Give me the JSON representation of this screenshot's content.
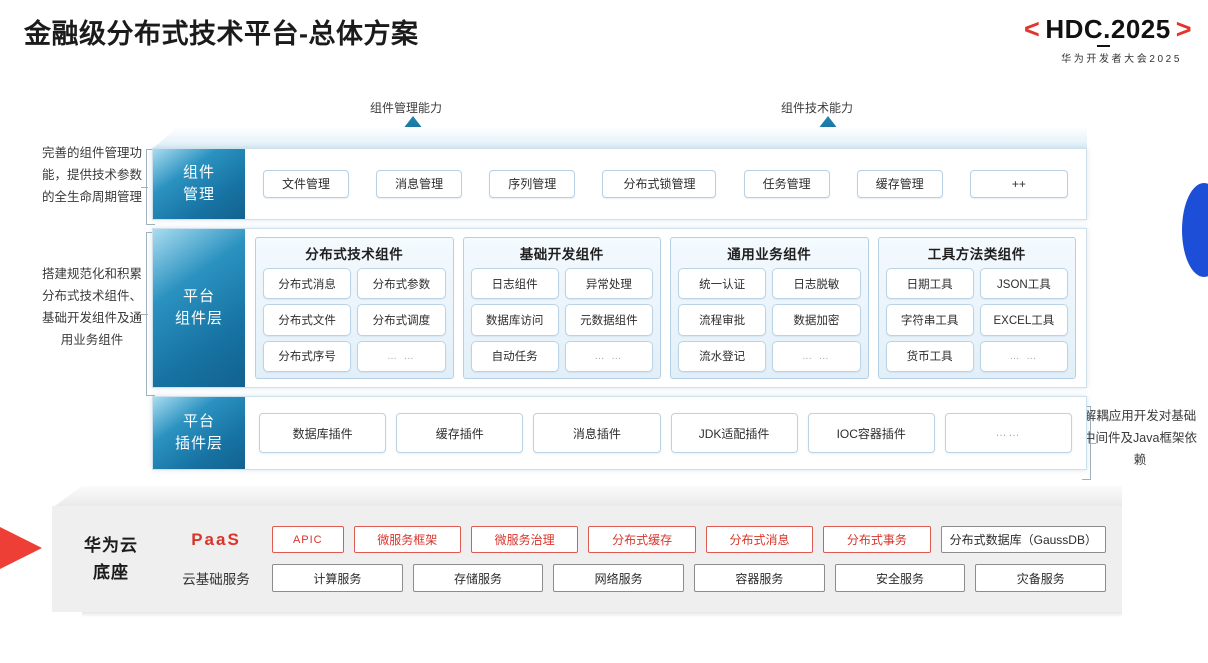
{
  "header": {
    "title": "金融级分布式技术平台-总体方案",
    "logo_bracket_left": "<",
    "logo_bracket_right": ">",
    "logo_text": "HDC.2025",
    "logo_sub": "华为开发者大会2025",
    "accent_red": "#e0362c"
  },
  "callouts": {
    "left_arrow_label": "组件管理能力",
    "right_arrow_label": "组件技术能力"
  },
  "side_notes": {
    "note_top": "完善的组件管理功能，提供技术参数的全生命周期管理",
    "note_mid": "搭建规范化和积累分布式技术组件、基础开发组件及通用业务组件",
    "note_right": "解耦应用开发对基础中间件及Java框架依赖"
  },
  "layers": {
    "management": {
      "label_line1": "组件",
      "label_line2": "管理",
      "chips": [
        "文件管理",
        "消息管理",
        "序列管理",
        "分布式锁管理",
        "任务管理",
        "缓存管理",
        "++"
      ]
    },
    "component": {
      "label_line1": "平台",
      "label_line2": "组件层",
      "groups": [
        {
          "title": "分布式技术组件",
          "cells": [
            "分布式消息",
            "分布式参数",
            "分布式文件",
            "分布式调度",
            "分布式序号",
            "… …"
          ]
        },
        {
          "title": "基础开发组件",
          "cells": [
            "日志组件",
            "异常处理",
            "数据库访问",
            "元数据组件",
            "自动任务",
            "… …"
          ]
        },
        {
          "title": "通用业务组件",
          "cells": [
            "统一认证",
            "日志脱敏",
            "流程审批",
            "数据加密",
            "流水登记",
            "… …"
          ]
        },
        {
          "title": "工具方法类组件",
          "cells": [
            "日期工具",
            "JSON工具",
            "字符串工具",
            "EXCEL工具",
            "货币工具",
            "… …"
          ]
        }
      ]
    },
    "plugin": {
      "label_line1": "平台",
      "label_line2": "插件层",
      "chips": [
        "数据库插件",
        "缓存插件",
        "消息插件",
        "JDK适配插件",
        "IOC容器插件",
        "……"
      ]
    }
  },
  "base": {
    "brand_line1": "华为云",
    "brand_line2": "底座",
    "paas_tag": "PaaS",
    "cloud_tag": "云基础服务",
    "paas_chips": [
      "APIC",
      "微服务框架",
      "微服务治理",
      "分布式缓存",
      "分布式消息",
      "分布式事务"
    ],
    "paas_db_chip": "分布式数据库（GaussDB）",
    "cloud_chips": [
      "计算服务",
      "存储服务",
      "网络服务",
      "容器服务",
      "安全服务",
      "灾备服务"
    ]
  }
}
